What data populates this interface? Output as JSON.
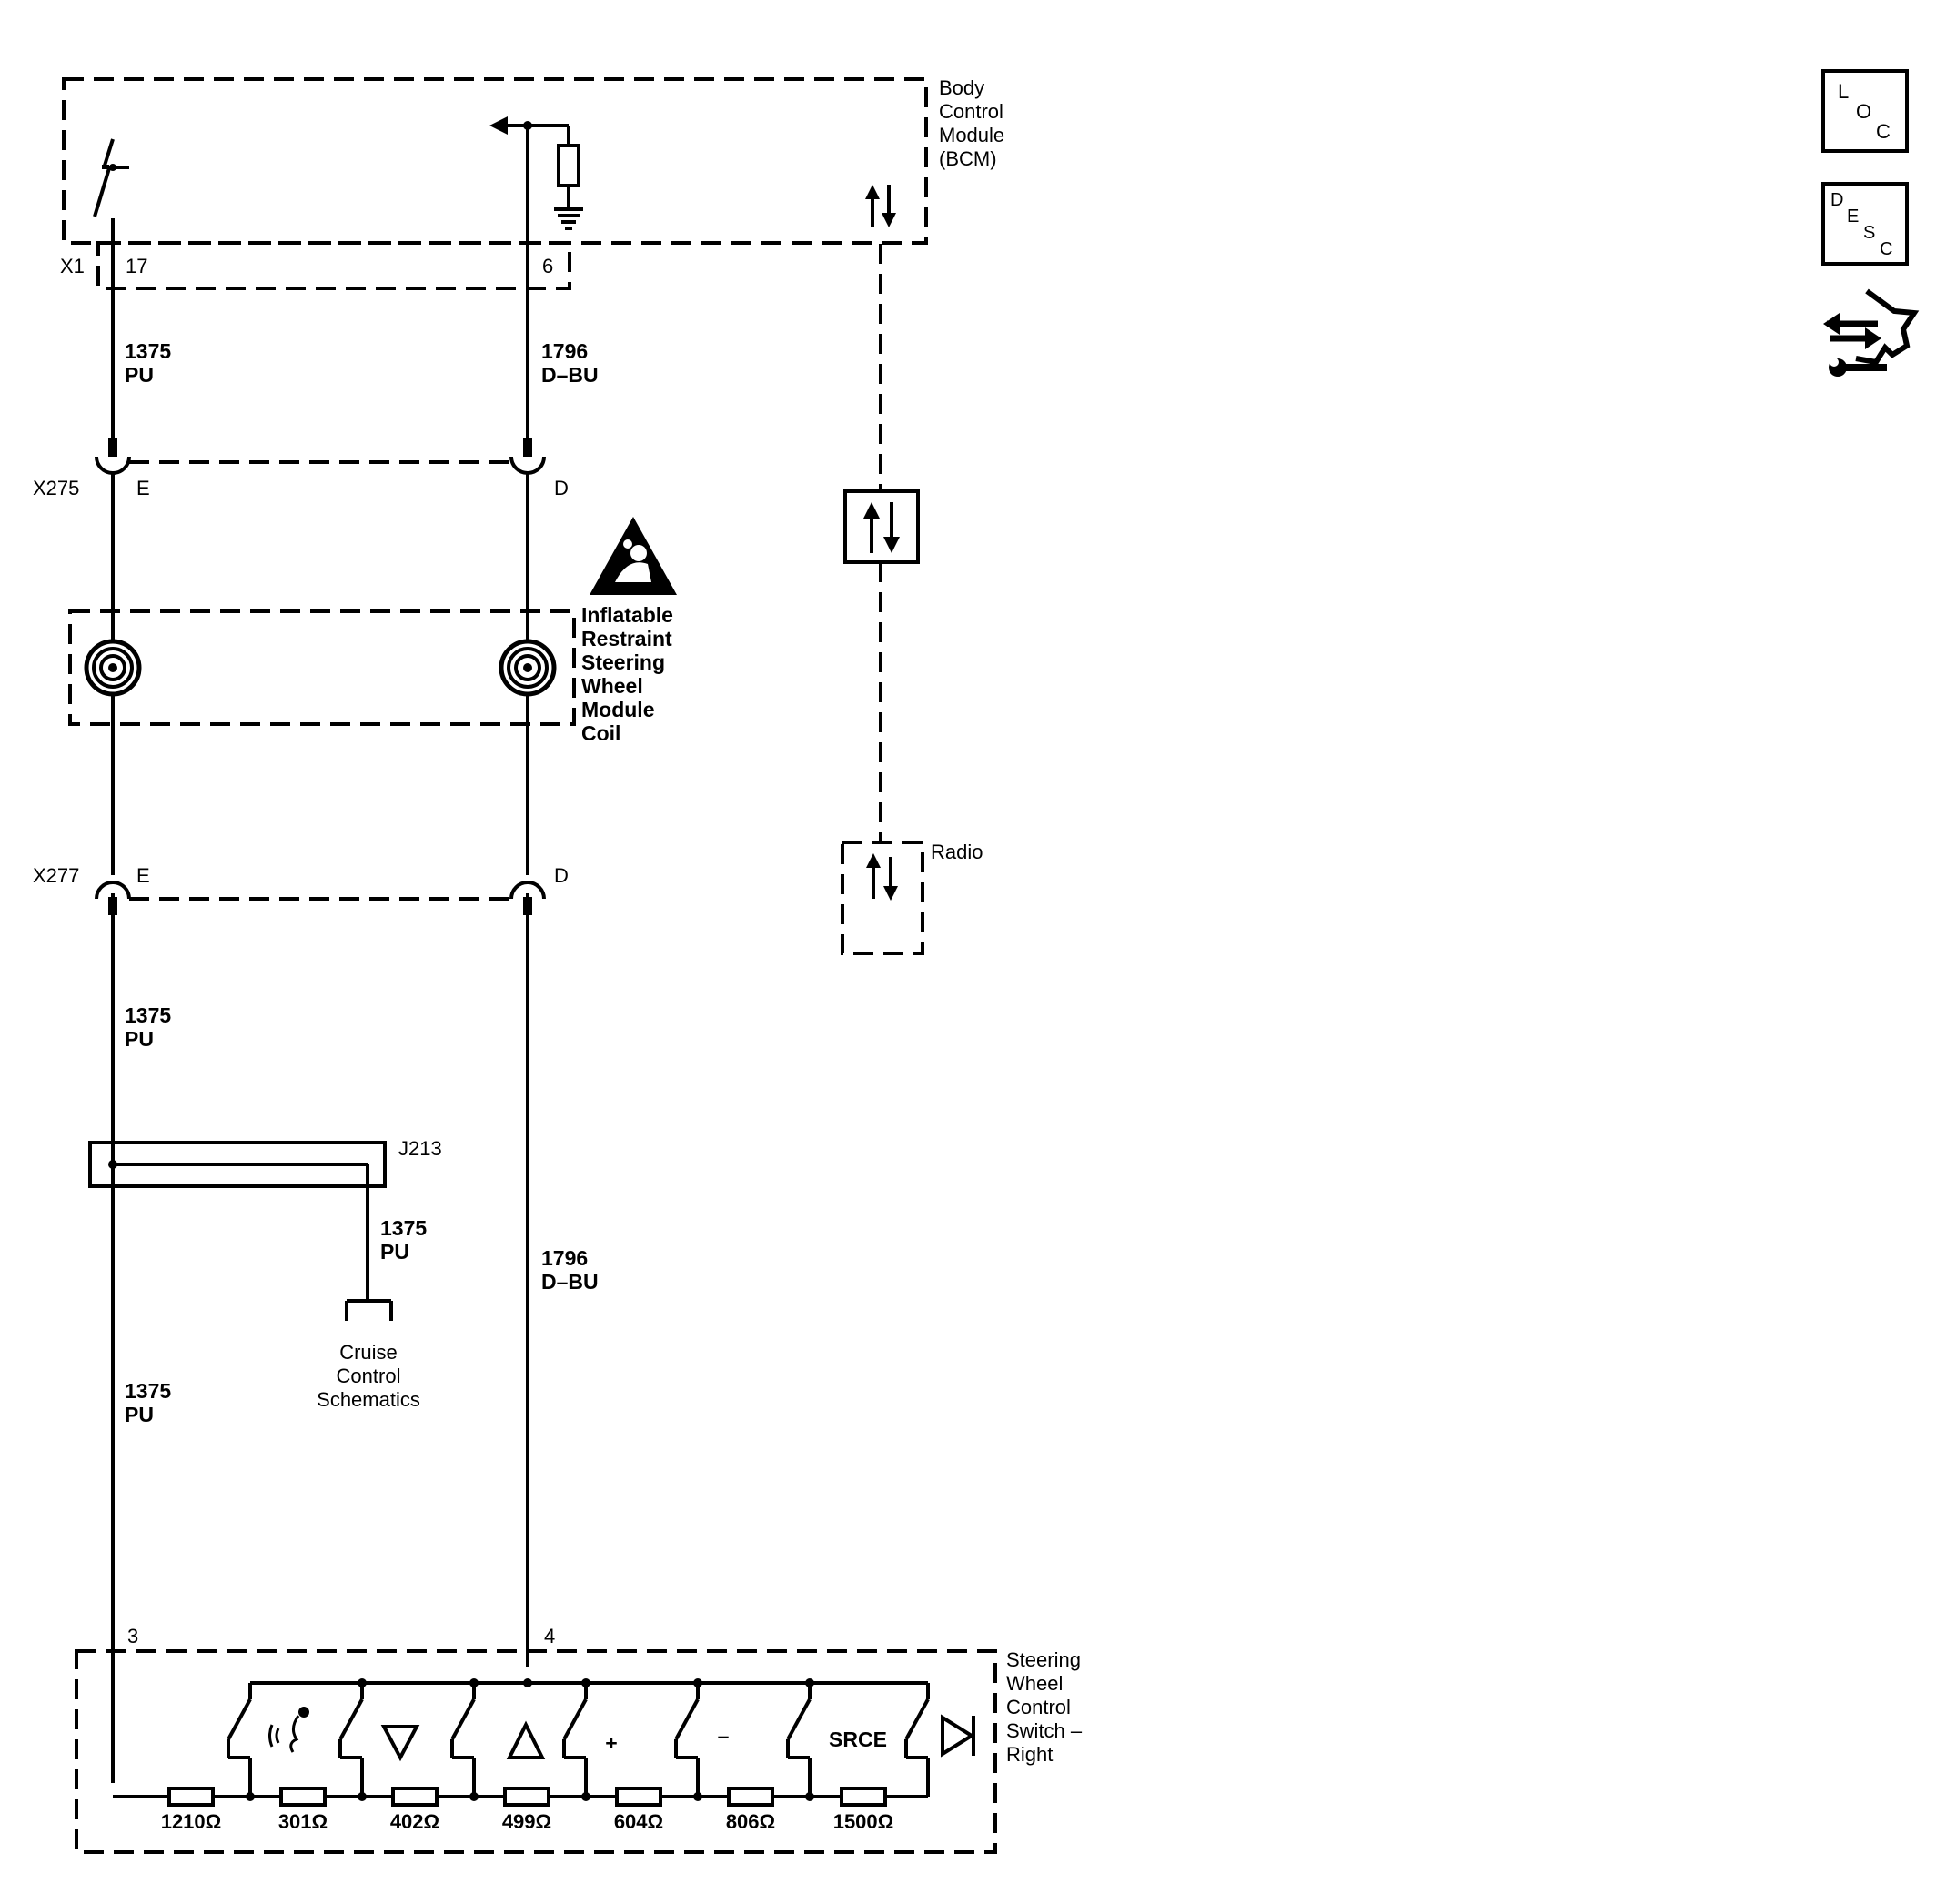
{
  "bcm": {
    "name": [
      "Body",
      "Control",
      "Module",
      "(BCM)"
    ],
    "connector": "X1",
    "pin_left": "17",
    "pin_right": "6"
  },
  "wires": {
    "left_upper": [
      "1375",
      "PU"
    ],
    "right_upper": [
      "1796",
      "D–BU"
    ],
    "left_middle": [
      "1375",
      "PU"
    ],
    "splice_branch": [
      "1375",
      "PU"
    ],
    "right_lower": [
      "1796",
      "D–BU"
    ],
    "left_lower": [
      "1375",
      "PU"
    ]
  },
  "connectors": {
    "x275": {
      "name": "X275",
      "pin_left": "E",
      "pin_right": "D"
    },
    "x277": {
      "name": "X277",
      "pin_left": "E",
      "pin_right": "D"
    }
  },
  "coil": {
    "name": [
      "Inflatable",
      "Restraint",
      "Steering",
      "Wheel",
      "Module",
      "Coil"
    ]
  },
  "splice": {
    "name": "J213"
  },
  "cruise": {
    "name": [
      "Cruise",
      "Control",
      "Schematics"
    ]
  },
  "radio": {
    "name": "Radio"
  },
  "switch": {
    "name": [
      "Steering",
      "Wheel",
      "Control",
      "Switch –",
      "Right"
    ],
    "pin_left": "3",
    "pin_right": "4",
    "buttons": [
      {
        "icon": "voice-recognition-icon",
        "label": ""
      },
      {
        "icon": "down-triangle-icon",
        "label": ""
      },
      {
        "icon": "up-triangle-icon",
        "label": ""
      },
      {
        "icon": "plus-icon",
        "label": "+"
      },
      {
        "icon": "minus-icon",
        "label": "–"
      },
      {
        "icon": "source-icon",
        "label": "SRCE"
      }
    ],
    "resistors": [
      "1210",
      "301",
      "402",
      "499",
      "604",
      "806",
      "1500"
    ],
    "ohm_symbol": "Ω"
  },
  "side_icons": {
    "loc": [
      "L",
      "O",
      "C"
    ],
    "desc": [
      "D",
      "E",
      "S",
      "C"
    ]
  }
}
